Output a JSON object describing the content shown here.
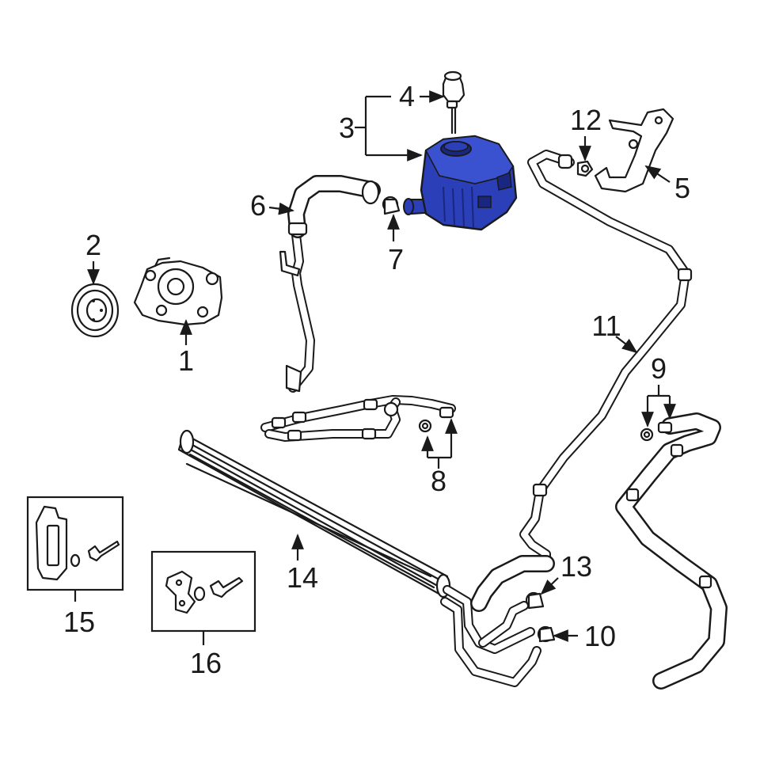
{
  "diagram": {
    "callouts": {
      "c1": "1",
      "c2": "2",
      "c3": "3",
      "c4": "4",
      "c5": "5",
      "c6": "6",
      "c7": "7",
      "c8": "8",
      "c9": "9",
      "c10": "10",
      "c11": "11",
      "c12": "12",
      "c13": "13",
      "c14": "14",
      "c15": "15",
      "c16": "16"
    },
    "colors": {
      "highlight": "#2b3fb8",
      "highlight_dark": "#1a2780",
      "line": "#1a1a1a",
      "background": "#ffffff"
    }
  }
}
